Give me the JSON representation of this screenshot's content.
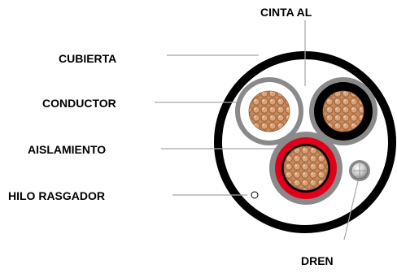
{
  "diagram": {
    "labels": {
      "cubierta": "CUBIERTA",
      "conductor": "CONDUCTOR",
      "aislamiento": "AISLAMIENTO",
      "hilo_rasgador": "HILO RASGADOR",
      "cinta_al": "CINTA AL",
      "dren": "DREN"
    },
    "colors": {
      "jacket": "#000000",
      "inner_fill": "#ffffff",
      "shield_gray": "#8a8a8a",
      "insulation_white": "#ffffff",
      "insulation_black": "#000000",
      "insulation_red": "#e0001a",
      "copper": "#c8895a",
      "copper_dark": "#9a5e34",
      "drain": "#bfbfbf",
      "leader_line": "#a6a6a6"
    }
  }
}
